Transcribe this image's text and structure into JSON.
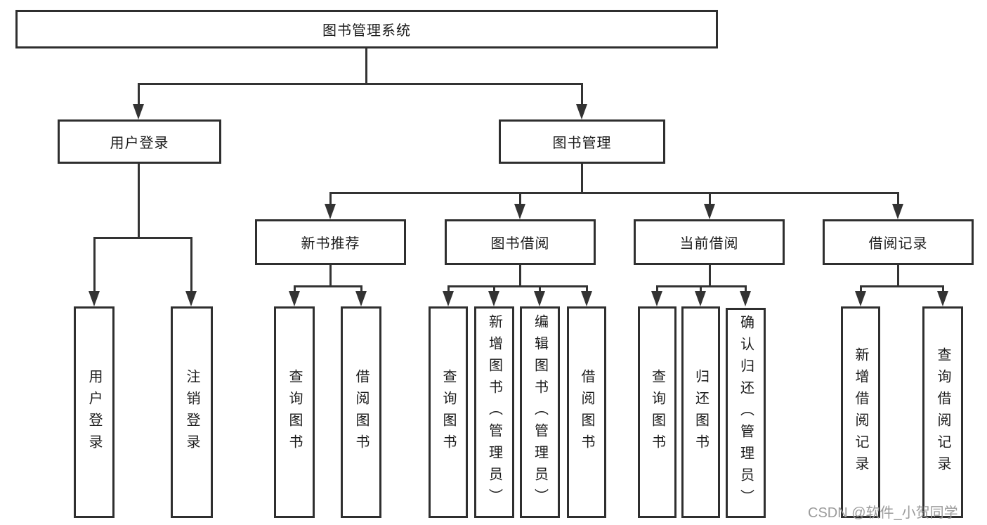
{
  "tree": {
    "label": "图书管理系统",
    "children": [
      {
        "label": "用户登录",
        "children": [
          {
            "label": "用户登录"
          },
          {
            "label": "注销登录"
          }
        ]
      },
      {
        "label": "图书管理",
        "children": [
          {
            "label": "新书推荐",
            "children": [
              {
                "label": "查询图书"
              },
              {
                "label": "借阅图书"
              }
            ]
          },
          {
            "label": "图书借阅",
            "children": [
              {
                "label": "查询图书"
              },
              {
                "label": "新增图书（管理员）"
              },
              {
                "label": "编辑图书（管理员）"
              },
              {
                "label": "借阅图书"
              }
            ]
          },
          {
            "label": "当前借阅",
            "children": [
              {
                "label": "查询图书"
              },
              {
                "label": "归还图书"
              },
              {
                "label": "确认归还（管理员）"
              }
            ]
          },
          {
            "label": "借阅记录",
            "children": [
              {
                "label": "新增借阅记录"
              },
              {
                "label": "查询借阅记录"
              }
            ]
          }
        ]
      }
    ]
  },
  "watermark": {
    "text": "CSDN @软件_小贺同学"
  },
  "colors": {
    "line": "#333333",
    "box_border": "#2f2f2f",
    "box_fill": "#ffffff",
    "text": "#1c1c1c",
    "watermark": "#9b9b9b",
    "background": "#ffffff"
  }
}
